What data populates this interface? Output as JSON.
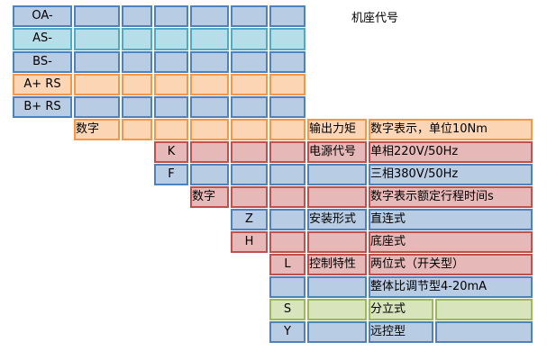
{
  "title": "机座代号",
  "series_codes": [
    "OA-",
    "AS-",
    "BS-",
    "A+ RS",
    "B+ RS"
  ],
  "torque": {
    "code": "数字",
    "label": "输出力矩",
    "desc": "数字表示，单位10Nm"
  },
  "power": {
    "label": "电源代号",
    "options": [
      {
        "code": "K",
        "desc": "单相220V/50Hz"
      },
      {
        "code": "F",
        "desc": "三相380V/50Hz"
      }
    ]
  },
  "stroke_time": {
    "code": "数字",
    "desc": "数字表示额定行程时间s"
  },
  "mounting": {
    "label": "安装形式",
    "options": [
      {
        "code": "Z",
        "desc": "直连式"
      },
      {
        "code": "H",
        "desc": "底座式"
      }
    ]
  },
  "control": {
    "label": "控制特性",
    "options": [
      {
        "code": "L",
        "desc": "两位式（开关型）"
      },
      {
        "code": "",
        "desc": "整体比调节型4-20mA"
      },
      {
        "code": "S",
        "desc": "分立式"
      },
      {
        "code": "Y",
        "desc": "远控型"
      }
    ]
  },
  "colors": {
    "blue": "#b8cce4",
    "cyan": "#b7dde8",
    "orange": "#fcd5b4",
    "red": "#e6b8b7",
    "green": "#d7e4bc"
  }
}
